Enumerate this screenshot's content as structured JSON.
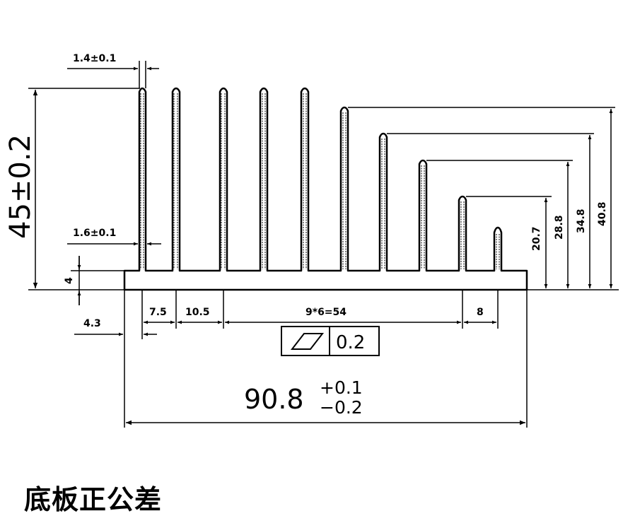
{
  "drawing": {
    "dimensions": {
      "fin_thickness_top": "1.4±0.1",
      "fin_thickness_root": "1.6±0.1",
      "overall_height": "45±0.2",
      "base_thickness": "4",
      "edge_offset": "4.3",
      "pitch_1": "7.5",
      "pitch_2": "10.5",
      "pitch_group": "9*6=54",
      "pitch_last": "8",
      "height_1": "20.7",
      "height_2": "28.8",
      "height_3": "34.8",
      "height_4": "40.8",
      "width_nominal": "90.8",
      "width_upper_tol": "+0.1",
      "width_lower_tol": "−0.2"
    },
    "flatness_tolerance": {
      "symbol": "flatness-symbol",
      "value": "0.2"
    }
  },
  "caption": "底板正公差"
}
